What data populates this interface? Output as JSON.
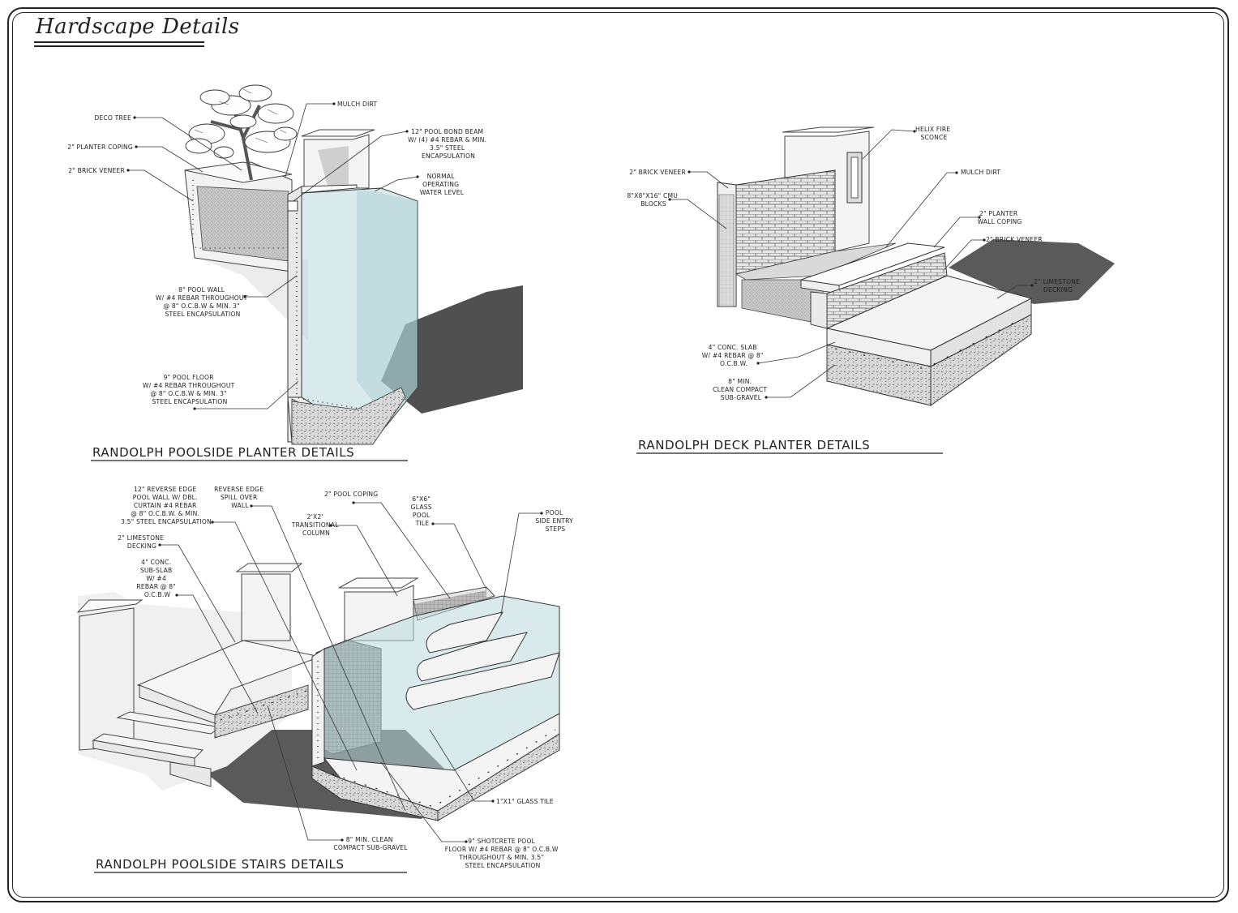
{
  "page_title": "Hardscape Details",
  "details": {
    "poolside_planter": {
      "title": "RANDOLPH POOLSIDE PLANTER DETAILS",
      "labels": {
        "deco_tree": "DECO TREE",
        "planter_coping": "2\" PLANTER COPING",
        "brick_veneer": "2\" BRICK VENEER",
        "mulch_dirt": "MULCH DIRT",
        "bond_beam": [
          "12\" POOL BOND BEAM",
          "W/ (4) #4 REBAR & MIN.",
          "3.5\" STEEL",
          "ENCAPSULATION"
        ],
        "water_level": [
          "NORMAL",
          "OPERATING",
          "WATER LEVEL"
        ],
        "pool_wall": [
          "8\" POOL WALL",
          "W/ #4 REBAR THROUGHOUT",
          "@ 8\" O.C.B.W & MIN. 3\"",
          "STEEL ENCAPSULATION"
        ],
        "pool_floor": [
          "9\" POOL FLOOR",
          "W/ #4 REBAR THROUGHOUT",
          "@ 8\" O.C.B.W & MIN. 3\"",
          "STEEL ENCAPSULATION"
        ]
      }
    },
    "deck_planter": {
      "title": "RANDOLPH DECK PLANTER DETAILS",
      "labels": {
        "helix": [
          "HELIX FIRE",
          "SCONCE"
        ],
        "brick_veneer": "2\" BRICK VENEER",
        "cmu": [
          "8\"X8\"X16\" CMU",
          "BLOCKS"
        ],
        "mulch_dirt": "MULCH DIRT",
        "wall_coping": [
          "2\" PLANTER",
          "WALL COPING"
        ],
        "brick_veneer_2": "2\" BRICK VENEER",
        "limestone": [
          "2\" LIMESTONE",
          "DECKING"
        ],
        "slab": [
          "4\" CONC. SLAB",
          "W/ #4 REBAR @ 8\"",
          "O.C.B.W."
        ],
        "gravel": [
          "8\" MIN.",
          "CLEAN COMPACT",
          "SUB-GRAVEL"
        ]
      }
    },
    "poolside_stairs": {
      "title": "RANDOLPH POOLSIDE STAIRS DETAILS",
      "labels": {
        "reverse_edge_wall": [
          "12\" REVERSE EDGE",
          "POOL WALL W/ DBL.",
          "CURTAIN #4 REBAR",
          "@ 8\" O.C.B.W. & MIN.",
          "3.5\" STEEL ENCAPSULATION"
        ],
        "spill_over": [
          "REVERSE EDGE",
          "SPILL OVER",
          "WALL"
        ],
        "pool_coping": "2\" POOL COPING",
        "glass_pool_tile": [
          "6\"X6\"",
          "GLASS",
          "POOL",
          "TILE"
        ],
        "entry_steps": [
          "POOL",
          "SIDE ENTRY",
          "STEPS"
        ],
        "transitional_column": [
          "2'X2'",
          "TRANSITIONAL",
          "COLUMN"
        ],
        "limestone": [
          "2\" LIMESTONE",
          "DECKING"
        ],
        "sub_slab": [
          "4\" CONC.",
          "SUB-SLAB",
          "W/ #4",
          "REBAR @ 8\"",
          "O.C.B.W"
        ],
        "glass_tile": "1\"X1\" GLASS TILE",
        "gravel": [
          "8\" MIN. CLEAN",
          "COMPACT SUB-GRAVEL"
        ],
        "shotcrete": [
          "9\" SHOTCRETE POOL",
          "FLOOR W/ #4 REBAR @ 8\" O.C.B.W",
          "THROUGHOUT & MIN. 3.5\"",
          "STEEL ENCAPSULATION"
        ]
      }
    }
  }
}
